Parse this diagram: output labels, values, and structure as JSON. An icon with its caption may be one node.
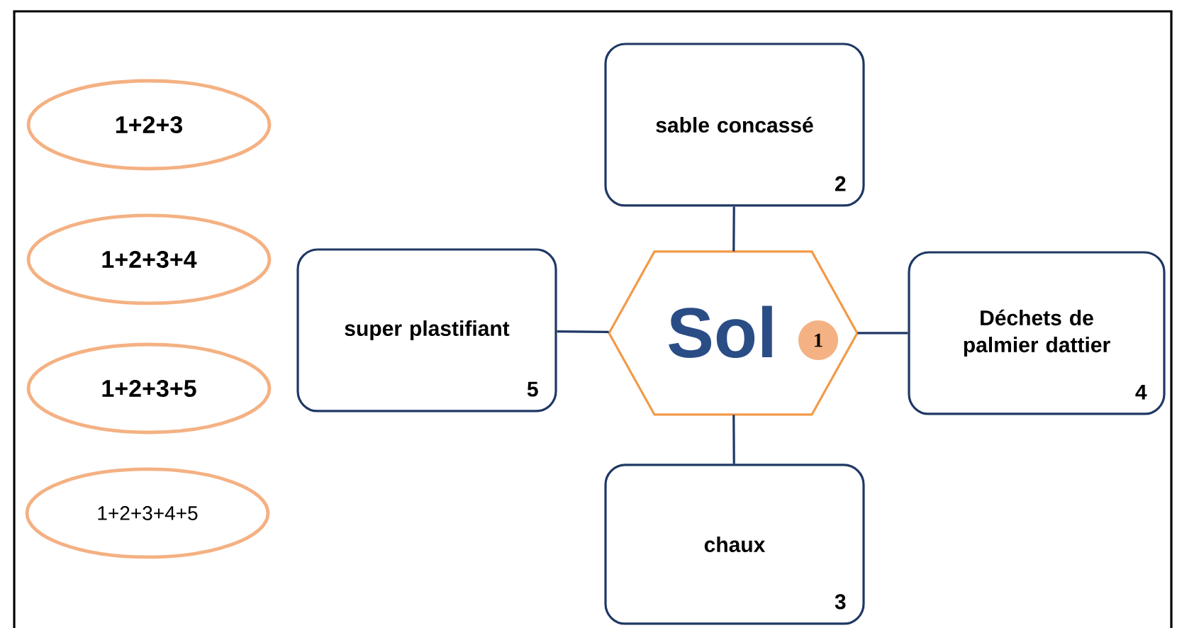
{
  "diagram": {
    "nodes": [
      {
        "text": [
          "1+2+3"
        ]
      },
      {
        "text": [
          "1+2+3+4"
        ]
      },
      {
        "text": [
          "1+2+3+5"
        ]
      },
      {
        "text": [
          "1+2+3+4+5"
        ]
      },
      {
        "text": [
          "sable concassé",
          "2"
        ]
      },
      {
        "text": [
          "super plastifiant",
          "5"
        ]
      },
      {
        "text": [
          "Sol",
          "1"
        ]
      },
      {
        "text": [
          "Déchets de palmier dattier",
          "4"
        ]
      },
      {
        "text": [
          "chaux",
          "3"
        ]
      }
    ],
    "edges": [
      {
        "from": 6,
        "to": 4,
        "arrow": "none"
      },
      {
        "from": 6,
        "to": 5,
        "arrow": "none"
      },
      {
        "from": 6,
        "to": 7,
        "arrow": "none"
      },
      {
        "from": 6,
        "to": 8,
        "arrow": "none"
      }
    ]
  }
}
